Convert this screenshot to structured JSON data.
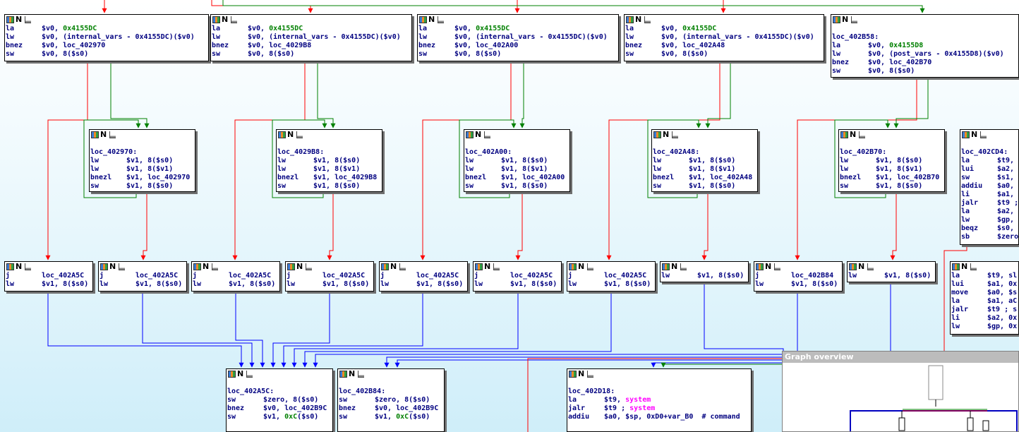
{
  "app": {
    "overview_title": "Graph overview"
  },
  "colors": {
    "true_edge": "#008000",
    "false_edge": "#ff0000",
    "jump_edge": "#0000ff",
    "mnemonic": "#000080",
    "immediate": "#008000",
    "import": "#ff00ff"
  },
  "icons": {
    "node_header": [
      "graph-icon",
      "n-icon",
      "chart-icon"
    ]
  },
  "nodes": [
    {
      "id": "n1",
      "lines": [
        [
          "la",
          "$v0, ",
          "0x4155DC"
        ],
        [
          "lw",
          "$v0, (internal_vars - 0x4155DC)($v0)"
        ],
        [
          "bnez",
          "$v0, loc_402970"
        ],
        [
          "sw",
          "$v0, 8($s0)"
        ]
      ]
    },
    {
      "id": "n2",
      "lines": [
        [
          "la",
          "$v0, ",
          "0x4155DC"
        ],
        [
          "lw",
          "$v0, (internal_vars - 0x4155DC)($v0)"
        ],
        [
          "bnez",
          "$v0, loc_4029B8"
        ],
        [
          "sw",
          "$v0, 8($s0)"
        ]
      ]
    },
    {
      "id": "n3",
      "lines": [
        [
          "la",
          "$v0, ",
          "0x4155DC"
        ],
        [
          "lw",
          "$v0, (internal_vars - 0x4155DC)($v0)"
        ],
        [
          "bnez",
          "$v0, loc_402A00"
        ],
        [
          "sw",
          "$v0, 8($s0)"
        ]
      ]
    },
    {
      "id": "n4",
      "lines": [
        [
          "la",
          "$v0, ",
          "0x4155DC"
        ],
        [
          "lw",
          "$v0, (internal_vars - 0x4155DC)($v0)"
        ],
        [
          "bnez",
          "$v0, loc_402A48"
        ],
        [
          "sw",
          "$v0, 8($s0)"
        ]
      ]
    },
    {
      "id": "n5",
      "label": "loc_402B58:",
      "lines": [
        [
          "la",
          "$v0, ",
          "0x4155D8"
        ],
        [
          "lw",
          "$v0, (post_vars - 0x4155D8)($v0)"
        ],
        [
          "bnez",
          "$v0, loc_402B70"
        ],
        [
          "sw",
          "$v0, 8($s0)"
        ]
      ]
    },
    {
      "id": "m1",
      "label": "loc_402970:",
      "lines": [
        [
          "lw",
          "$v1, 8($s0)"
        ],
        [
          "lw",
          "$v1, 8($v1)"
        ],
        [
          "bnezl",
          "$v1, loc_402970"
        ],
        [
          "sw",
          "$v1, 8($s0)"
        ]
      ]
    },
    {
      "id": "m2",
      "label": "loc_4029B8:",
      "lines": [
        [
          "lw",
          "$v1, 8($s0)"
        ],
        [
          "lw",
          "$v1, 8($v1)"
        ],
        [
          "bnezl",
          "$v1, loc_4029B8"
        ],
        [
          "sw",
          "$v1, 8($s0)"
        ]
      ]
    },
    {
      "id": "m3",
      "label": "loc_402A00:",
      "lines": [
        [
          "lw",
          "$v1, 8($s0)"
        ],
        [
          "lw",
          "$v1, 8($v1)"
        ],
        [
          "bnezl",
          "$v1, loc_402A00"
        ],
        [
          "sw",
          "$v1, 8($s0)"
        ]
      ]
    },
    {
      "id": "m4",
      "label": "loc_402A48:",
      "lines": [
        [
          "lw",
          "$v1, 8($s0)"
        ],
        [
          "lw",
          "$v1, 8($v1)"
        ],
        [
          "bnezl",
          "$v1, loc_402A48"
        ],
        [
          "sw",
          "$v1, 8($s0)"
        ]
      ]
    },
    {
      "id": "m5",
      "label": "loc_402B70:",
      "lines": [
        [
          "lw",
          "$v1, 8($s0)"
        ],
        [
          "lw",
          "$v1, 8($v1)"
        ],
        [
          "bnezl",
          "$v1, loc_402B70"
        ],
        [
          "sw",
          "$v1, 8($s0)"
        ]
      ]
    },
    {
      "id": "m6",
      "label": "loc_402CD4:",
      "lines": [
        [
          "la",
          "$t9,"
        ],
        [
          "lui",
          "$a2,"
        ],
        [
          "sw",
          "$s1,"
        ],
        [
          "addiu",
          "$a0,"
        ],
        [
          "li",
          "$a1,"
        ],
        [
          "jalr",
          "$t9 ;"
        ],
        [
          "la",
          "$a2,"
        ],
        [
          "lw",
          "$gp,"
        ],
        [
          "beqz",
          "$s0,"
        ],
        [
          "sb",
          "$zero"
        ]
      ]
    },
    {
      "id": "s1",
      "lines": [
        [
          "j",
          "loc_402A5C"
        ],
        [
          "lw",
          "$v1, 8($s0)"
        ]
      ]
    },
    {
      "id": "s2",
      "lines": [
        [
          "j",
          "loc_402A5C"
        ],
        [
          "lw",
          "$v1, 8($s0)"
        ]
      ]
    },
    {
      "id": "s3",
      "lines": [
        [
          "j",
          "loc_402A5C"
        ],
        [
          "lw",
          "$v1, 8($s0)"
        ]
      ]
    },
    {
      "id": "s4",
      "lines": [
        [
          "j",
          "loc_402A5C"
        ],
        [
          "lw",
          "$v1, 8($s0)"
        ]
      ]
    },
    {
      "id": "s5",
      "lines": [
        [
          "j",
          "loc_402A5C"
        ],
        [
          "lw",
          "$v1, 8($s0)"
        ]
      ]
    },
    {
      "id": "s6",
      "lines": [
        [
          "j",
          "loc_402A5C"
        ],
        [
          "lw",
          "$v1, 8($s0)"
        ]
      ]
    },
    {
      "id": "s7",
      "lines": [
        [
          "j",
          "loc_402A5C"
        ],
        [
          "lw",
          "$v1, 8($s0)"
        ]
      ]
    },
    {
      "id": "s8",
      "lines": [
        [
          "lw",
          "$v1, 8($s0)"
        ]
      ]
    },
    {
      "id": "s9",
      "lines": [
        [
          "j",
          "loc_402B84"
        ],
        [
          "lw",
          "$v1, 8($s0)"
        ]
      ]
    },
    {
      "id": "s10",
      "lines": [
        [
          "lw",
          "$v1, 8($s0)"
        ]
      ]
    },
    {
      "id": "s11",
      "lines": [
        [
          "la",
          "$t9, sl"
        ],
        [
          "lui",
          "$a1, 0x"
        ],
        [
          "move",
          "$a0, $s"
        ],
        [
          "la",
          "$a1, aC"
        ],
        [
          "jalr",
          "$t9 ; s"
        ],
        [
          "li",
          "$a2, 0x"
        ],
        [
          "lw",
          "$gp, 0x"
        ]
      ]
    },
    {
      "id": "b1",
      "label": "loc_402A5C:",
      "lines": [
        [
          "sw",
          "$zero, 8($s0)"
        ],
        [
          "bnez",
          "$v0, loc_402B9C"
        ],
        [
          "sw",
          "$v1, ",
          "0xC",
          "($s0)"
        ]
      ]
    },
    {
      "id": "b2",
      "label": "loc_402B84:",
      "lines": [
        [
          "sw",
          "$zero, 8($s0)"
        ],
        [
          "bnez",
          "$v0, loc_402B9C"
        ],
        [
          "sw",
          "$v1, ",
          "0xC",
          "($s0)"
        ]
      ]
    },
    {
      "id": "b3",
      "label": "loc_402D18:",
      "lines": [
        [
          "la",
          "$t9, ",
          "system"
        ],
        [
          "jalr",
          "$t9 ; ",
          "system"
        ],
        [
          "addiu",
          "$a0, $sp, 0xD0+var_B0  # command"
        ]
      ]
    }
  ]
}
